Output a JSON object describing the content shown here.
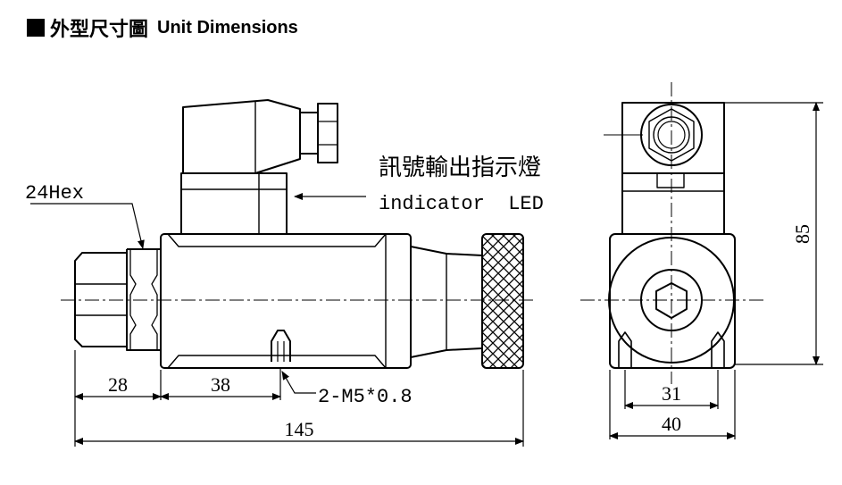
{
  "header": {
    "title_zh": "外型尺寸圖",
    "title_en": "Unit Dimensions"
  },
  "labels": {
    "hex": "24Hex",
    "indicator_zh": "訊號輸出指示燈",
    "indicator_en": "indicator  LED",
    "thread": "2-M5*0.8"
  },
  "dimensions": {
    "d28": "28",
    "d38": "38",
    "d145": "145",
    "d31": "31",
    "d40": "40",
    "d85": "85"
  }
}
